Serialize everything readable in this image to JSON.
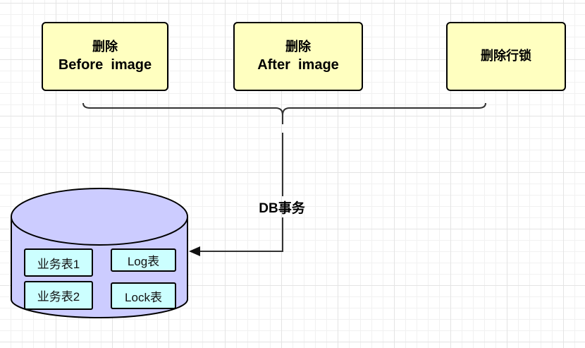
{
  "colors": {
    "step_box_fill": "#ffffc0",
    "database_fill": "#ccccff",
    "table_fill": "#ccffff",
    "line": "#333333"
  },
  "steps": [
    {
      "title": "删除",
      "subtitle": "Before  image"
    },
    {
      "title": "删除",
      "subtitle": "After  image"
    },
    {
      "title": "删除行锁",
      "subtitle": ""
    }
  ],
  "edge_label": "DB事务",
  "database": {
    "tables": [
      "业务表1",
      "Log表",
      "业务表2",
      "Lock表"
    ]
  }
}
